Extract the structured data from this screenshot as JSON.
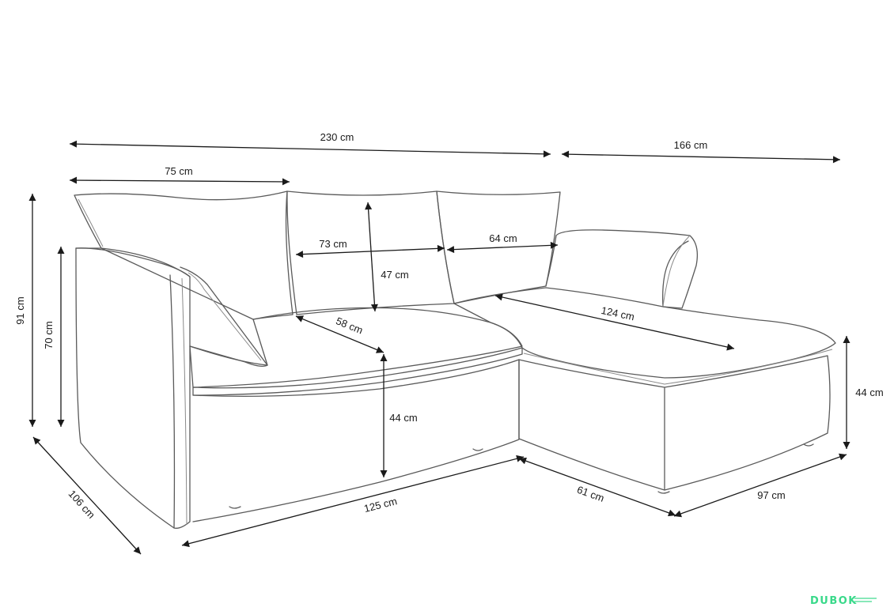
{
  "dimensions": {
    "total_width": "230 cm",
    "chaise_length": "166 cm",
    "armrest_width": "75 cm",
    "total_height": "91 cm",
    "armrest_height": "70 cm",
    "cushion_width_1": "73 cm",
    "cushion_width_2": "64 cm",
    "backrest_height": "47 cm",
    "seat_depth": "58 cm",
    "chaise_seat_length": "124 cm",
    "seat_height": "44 cm",
    "chaise_height": "44 cm",
    "sofa_depth": "106 cm",
    "base_width": "125 cm",
    "chaise_base_width": "61 cm",
    "chaise_depth": "97 cm"
  },
  "logo": {
    "text": "DUBOK",
    "color": "#39d98a"
  },
  "colors": {
    "line": "#5a5a5a",
    "dimension": "#1a1a1a"
  }
}
